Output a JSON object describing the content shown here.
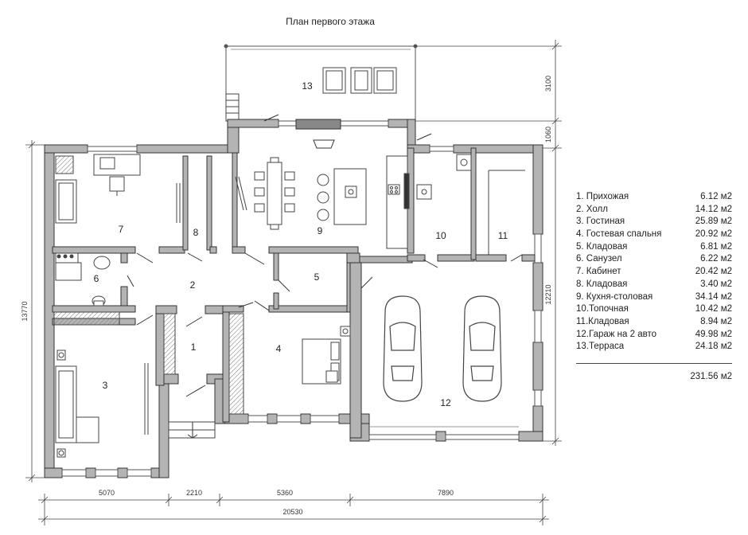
{
  "title": "План первого этажа",
  "rooms": [
    {
      "number": "1.",
      "name": "Прихожая",
      "area": "6.12 м2",
      "label": "1"
    },
    {
      "number": "2.",
      "name": "Холл",
      "area": "14.12 м2",
      "label": "2"
    },
    {
      "number": "3.",
      "name": "Гостиная",
      "area": "25.89 м2",
      "label": "3"
    },
    {
      "number": "4.",
      "name": "Гостевая спальня",
      "area": "20.92 м2",
      "label": "4"
    },
    {
      "number": "5.",
      "name": "Кладовая",
      "area": "6.81 м2",
      "label": "5"
    },
    {
      "number": "6.",
      "name": "Санузел",
      "area": "6.22 м2",
      "label": "6"
    },
    {
      "number": "7.",
      "name": "Кабинет",
      "area": "20.42 м2",
      "label": "7"
    },
    {
      "number": "8.",
      "name": "Кладовая",
      "area": "3.40 м2",
      "label": "8"
    },
    {
      "number": "9.",
      "name": "Кухня-столовая",
      "area": "34.14 м2",
      "label": "9"
    },
    {
      "number": "10.",
      "name": "Топочная",
      "area": "10.42 м2",
      "label": "10"
    },
    {
      "number": "11.",
      "name": "Кладовая",
      "area": "8.94 м2",
      "label": "11"
    },
    {
      "number": "12.",
      "name": "Гараж на 2 авто",
      "area": "49.98 м2",
      "label": "12"
    },
    {
      "number": "13.",
      "name": "Терраса",
      "area": "24.18 м2",
      "label": "13"
    }
  ],
  "total_area": "231.56 м2",
  "dimensions": {
    "bottom_segments": [
      "5070",
      "2210",
      "5360",
      "7890"
    ],
    "bottom_total": "20530",
    "left_height": "13770",
    "right_height": "12210",
    "terrace_depth": "3100",
    "step_depth": "1060"
  }
}
